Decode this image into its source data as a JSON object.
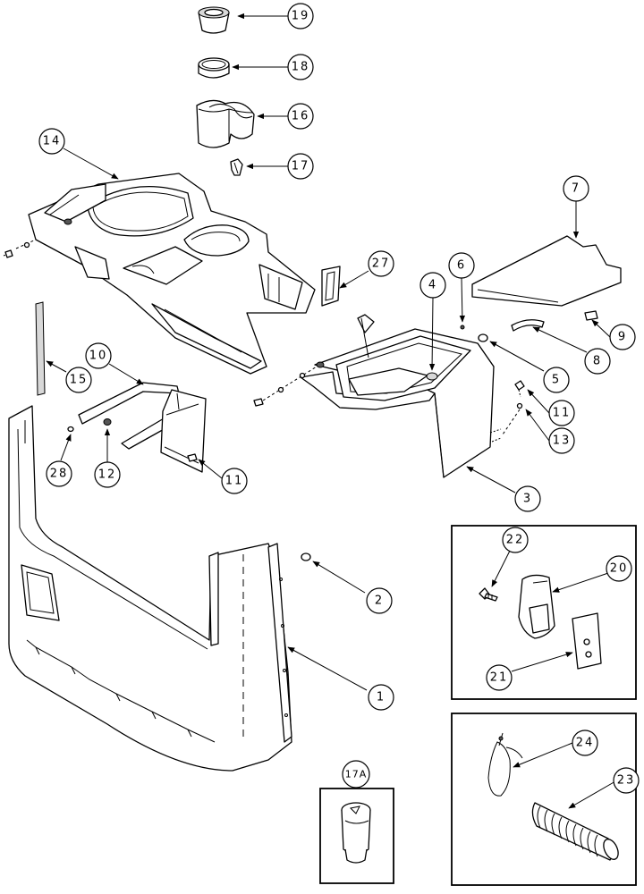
{
  "callouts": {
    "c19": "19",
    "c18": "18",
    "c16": "16",
    "c17": "17",
    "c14": "14",
    "c7": "7",
    "c27": "27",
    "c6": "6",
    "c4": "4",
    "c9": "9",
    "c8": "8",
    "c5": "5",
    "c10": "10",
    "c15": "15",
    "c11a": "11",
    "c13": "13",
    "c28": "28",
    "c12": "12",
    "c11b": "11",
    "c3": "3",
    "c22": "22",
    "c20": "20",
    "c2": "2",
    "c21": "21",
    "c1": "1",
    "c24": "24",
    "c17a": "17A",
    "c23": "23"
  }
}
